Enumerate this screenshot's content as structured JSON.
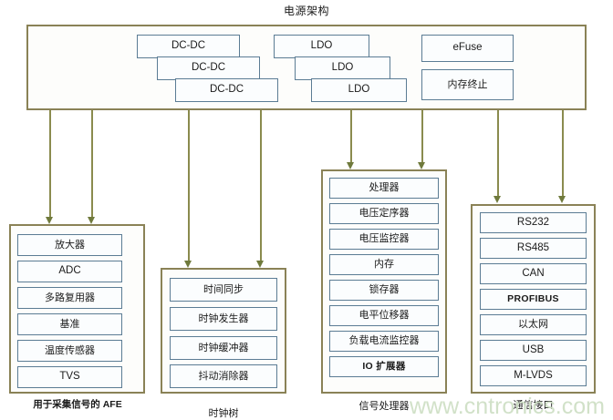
{
  "diagram": {
    "title": "电源架构",
    "watermark": "www.cntronics.com",
    "colors": {
      "frame_border": "#8a8256",
      "chip_border": "#5b7c94",
      "connector": "#8a8b4e",
      "arrow_head": "#6f7a3c",
      "watermark": "#cfe0c6",
      "background": "#ffffff"
    }
  },
  "power_block": {
    "name": "电源架构",
    "dcdc": [
      {
        "label": "DC-DC"
      },
      {
        "label": "DC-DC"
      },
      {
        "label": "DC-DC"
      }
    ],
    "ldo": [
      {
        "label": "LDO"
      },
      {
        "label": "LDO"
      },
      {
        "label": "LDO"
      }
    ],
    "misc": [
      {
        "label": "eFuse"
      },
      {
        "label": "内存终止"
      }
    ]
  },
  "groups": [
    {
      "id": "afe",
      "caption": "用于采集信号的 AFE",
      "items": [
        {
          "label": "放大器"
        },
        {
          "label": "ADC"
        },
        {
          "label": "多路复用器"
        },
        {
          "label": "基准"
        },
        {
          "label": "温度传感器"
        },
        {
          "label": "TVS"
        }
      ]
    },
    {
      "id": "clock-tree",
      "caption": "时钟树",
      "items": [
        {
          "label": "时间同步"
        },
        {
          "label": "时钟发生器"
        },
        {
          "label": "时钟缓冲器"
        },
        {
          "label": "抖动消除器"
        }
      ]
    },
    {
      "id": "signal-processor",
      "caption": "信号处理器",
      "items": [
        {
          "label": "处理器"
        },
        {
          "label": "电压定序器"
        },
        {
          "label": "电压监控器"
        },
        {
          "label": "内存"
        },
        {
          "label": "锁存器"
        },
        {
          "label": "电平位移器"
        },
        {
          "label": "负载电流监控器"
        },
        {
          "label": "IO 扩展器"
        }
      ]
    },
    {
      "id": "comm-interface",
      "caption": "通信接口",
      "items": [
        {
          "label": "RS232"
        },
        {
          "label": "RS485"
        },
        {
          "label": "CAN"
        },
        {
          "label": "PROFIBUS"
        },
        {
          "label": "以太网"
        },
        {
          "label": "USB"
        },
        {
          "label": "M-LVDS"
        }
      ]
    }
  ],
  "connectors": [
    {
      "id": "c1",
      "target": "afe"
    },
    {
      "id": "c2",
      "target": "afe"
    },
    {
      "id": "c3",
      "target": "clock-tree"
    },
    {
      "id": "c4",
      "target": "clock-tree"
    },
    {
      "id": "c5",
      "target": "signal-processor"
    },
    {
      "id": "c6",
      "target": "signal-processor"
    },
    {
      "id": "c7",
      "target": "comm-interface"
    },
    {
      "id": "c8",
      "target": "comm-interface"
    }
  ]
}
